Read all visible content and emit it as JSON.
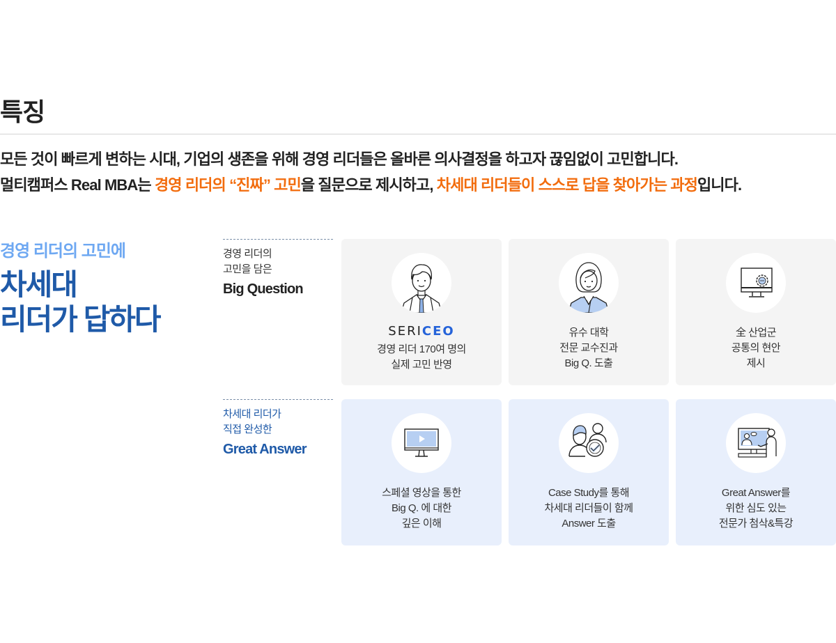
{
  "section": {
    "title": "특징"
  },
  "intro": {
    "line1": "모든 것이 빠르게 변하는 시대, 기업의 생존을 위해 경영 리더들은 올바른 의사결정을 하고자 끊임없이 고민합니다.",
    "line2_part1": "멀티캠퍼스 Real MBA는 ",
    "line2_hl1": "경영 리더의 “진짜” 고민",
    "line2_part2": "을 질문으로 제시하고, ",
    "line2_hl2": "차세대 리더들이 스스로 답을 찾아가는 과정",
    "line2_part3": "입니다."
  },
  "left": {
    "subtitle": "경영 리더의 고민에",
    "title_line1": "차세대",
    "title_line2": "리더가 답하다"
  },
  "rows": [
    {
      "small_line1": "경영 리더의",
      "small_line2": "고민을 담은",
      "big": "Big Question",
      "cards": [
        {
          "icon": "businessman-icon",
          "brand_part1": "SERI",
          "brand_part2": "CEO",
          "line1": "경영 리더 170여 명의",
          "line2": "실제 고민 반영"
        },
        {
          "icon": "professor-woman-icon",
          "line1": "유수 대학",
          "line2": "전문 교수진과",
          "line3": "Big Q. 도출"
        },
        {
          "icon": "monitor-gear-icon",
          "line1": "全 산업군",
          "line2": "공통의 현안",
          "line3": "제시"
        }
      ]
    },
    {
      "small_line1": "차세대 리더가",
      "small_line2": "직접 완성한",
      "big": "Great Answer",
      "cards": [
        {
          "icon": "video-monitor-icon",
          "line1": "스페셜 영상을 통한",
          "line2": "Big Q. 에 대한",
          "line3": "깊은 이해"
        },
        {
          "icon": "team-check-icon",
          "line1": "Case Study를 통해",
          "line2": "차세대 리더들이 함께",
          "line3": "Answer 도출"
        },
        {
          "icon": "lecture-screen-icon",
          "line1": "Great Answer를",
          "line2": "위한 심도 있는",
          "line3": "전문가 첨삭&특강"
        }
      ]
    }
  ],
  "colors": {
    "highlight": "#f26c0d",
    "primary_blue": "#1f5aa8",
    "light_blue": "#6ea8f2",
    "card_gray": "#f4f4f4",
    "card_blue": "#e8effc",
    "icon_accent": "#b7cff2"
  }
}
